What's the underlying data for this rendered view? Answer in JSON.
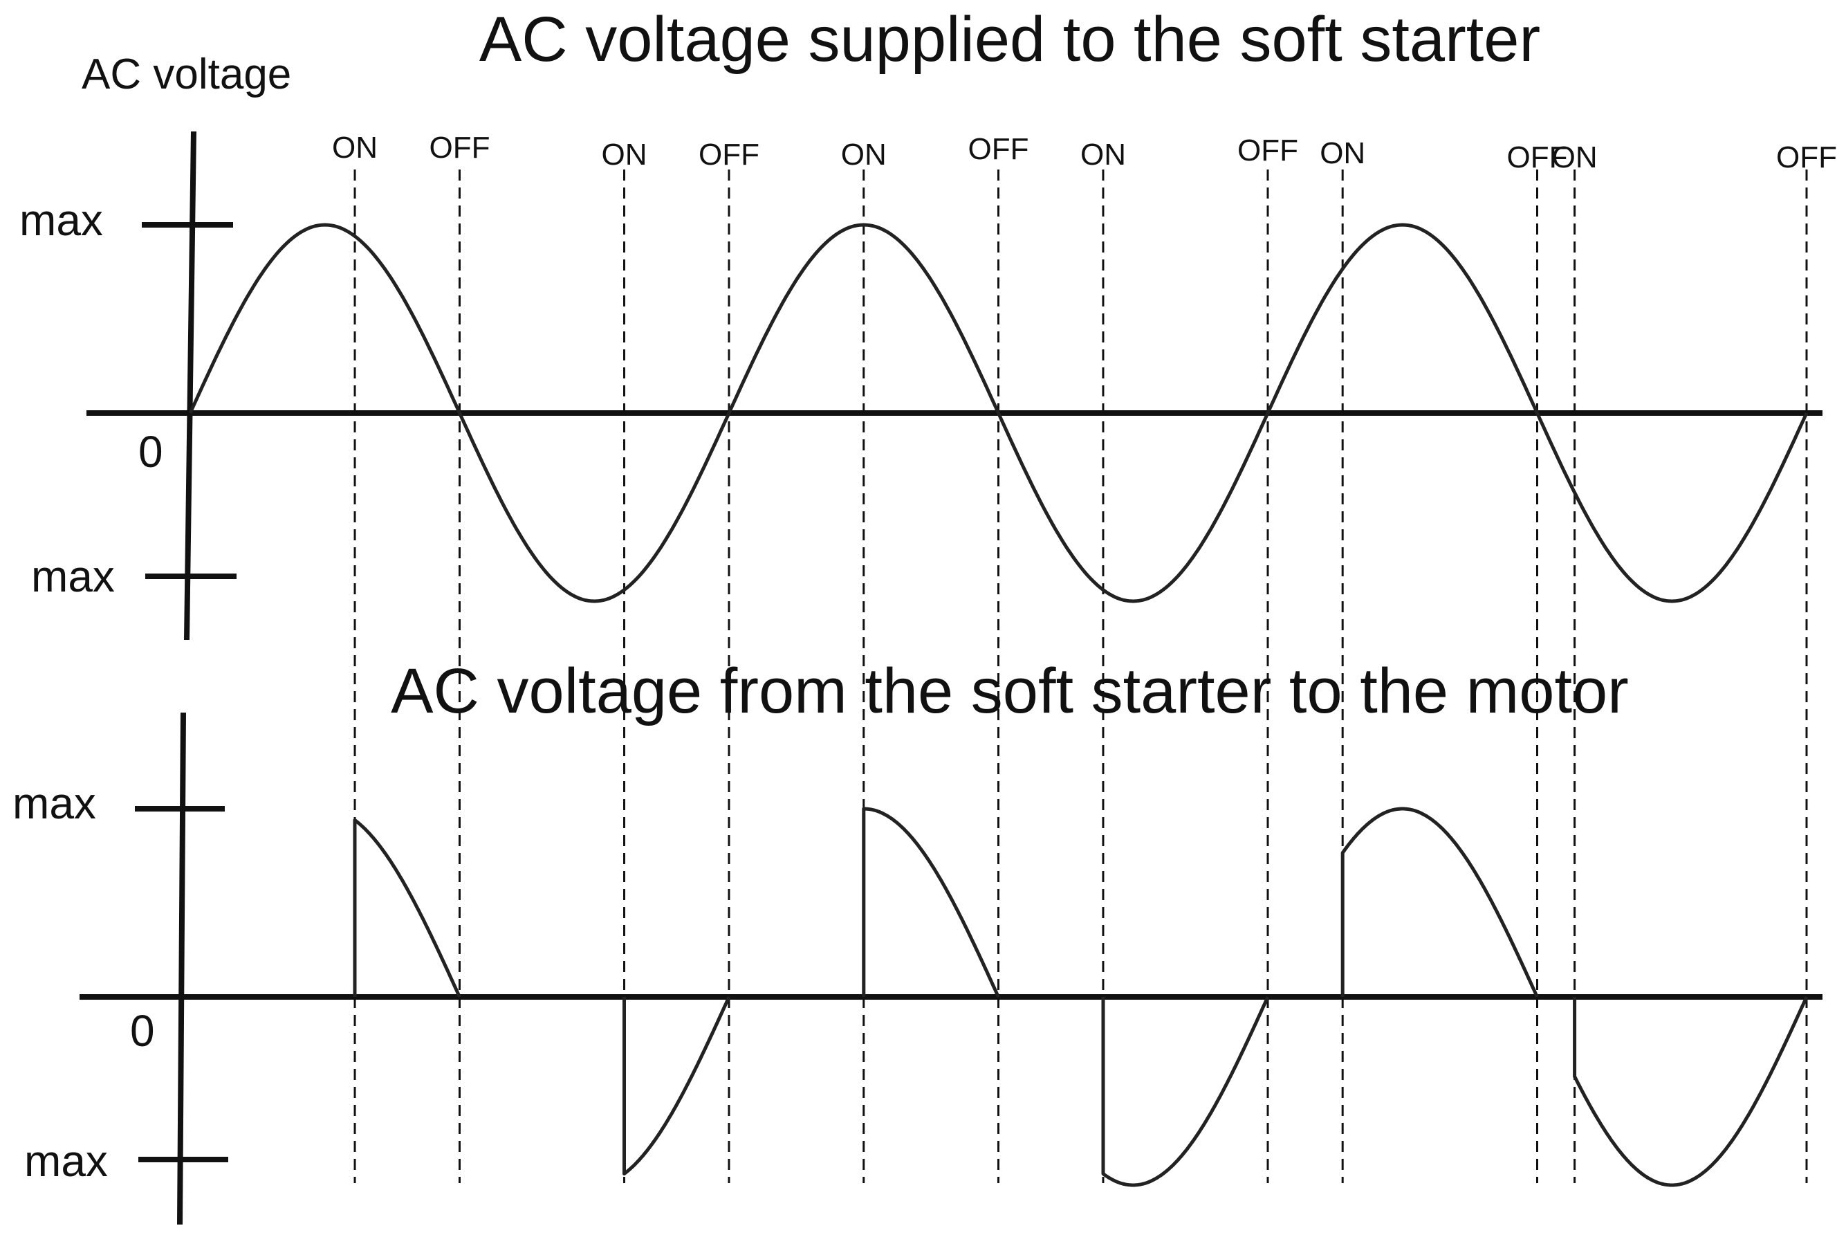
{
  "top_panel": {
    "title": "AC voltage supplied to the soft starter",
    "axis_title": "AC voltage",
    "max_upper_label": "max",
    "zero_label": "0",
    "max_lower_label": "max"
  },
  "bottom_panel": {
    "title": "AC voltage from the soft starter to the motor",
    "max_upper_label": "max",
    "zero_label": "0",
    "max_lower_label": "max"
  },
  "switch_markers": [
    {
      "label": "ON",
      "phase_deg": 110
    },
    {
      "label": "OFF",
      "phase_deg": 180
    },
    {
      "label": "ON",
      "phase_deg": 290
    },
    {
      "label": "OFF",
      "phase_deg": 360
    },
    {
      "label": "ON",
      "phase_deg": 450
    },
    {
      "label": "OFF",
      "phase_deg": 540
    },
    {
      "label": "ON",
      "phase_deg": 610
    },
    {
      "label": "OFF",
      "phase_deg": 720
    },
    {
      "label": "ON",
      "phase_deg": 770
    },
    {
      "label": "OFF",
      "phase_deg": 900
    },
    {
      "label": "ON",
      "phase_deg": 925
    },
    {
      "label": "OFF",
      "phase_deg": 1080
    }
  ],
  "chart_data": [
    {
      "type": "line",
      "title": "AC voltage supplied to the soft starter",
      "ylabel": "AC voltage",
      "waveform": "sine",
      "x_range_deg": [
        0,
        1080
      ],
      "amplitude": 1,
      "yticks": [
        "max",
        "0",
        "max"
      ]
    },
    {
      "type": "line",
      "title": "AC voltage from the soft starter to the motor",
      "waveform": "phase-controlled sine",
      "conducting_intervals_deg": [
        [
          110,
          180
        ],
        [
          290,
          360
        ],
        [
          450,
          540
        ],
        [
          610,
          720
        ],
        [
          770,
          900
        ],
        [
          925,
          1080
        ]
      ],
      "amplitude": 1,
      "yticks": [
        "max",
        "0",
        "max"
      ]
    }
  ]
}
